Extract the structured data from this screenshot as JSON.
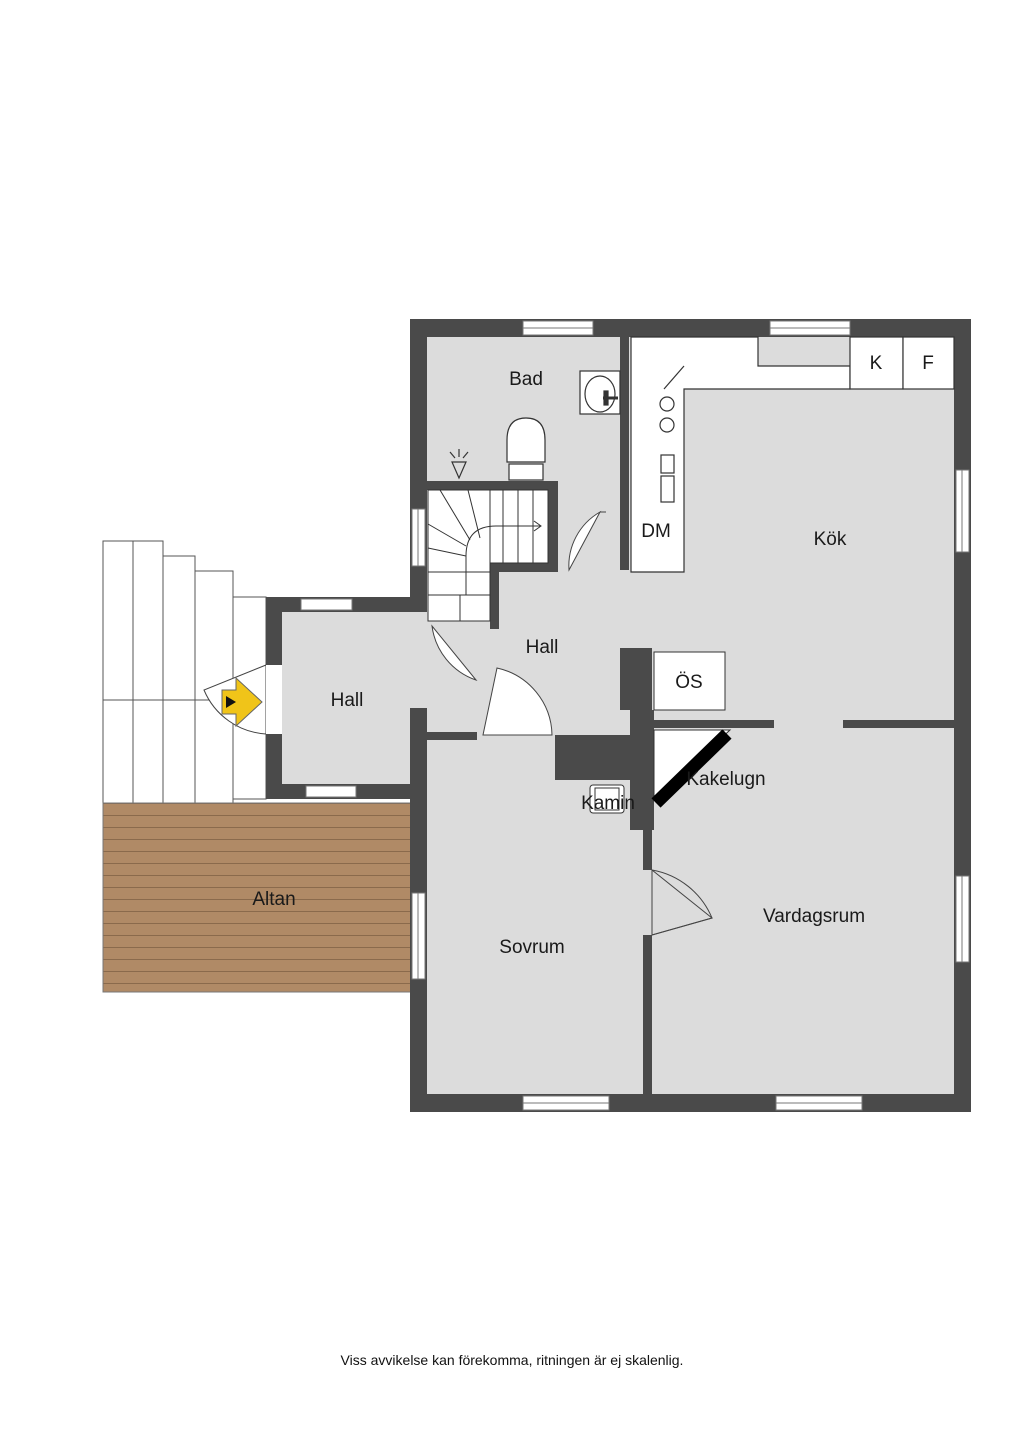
{
  "rooms": {
    "bad": "Bad",
    "kok": "Kök",
    "dm": "DM",
    "k": "K",
    "f": "F",
    "hall_center": "Hall",
    "hall_entry": "Hall",
    "os": "ÖS",
    "kakelugn": "Kakelugn",
    "kamin": "Kamin",
    "vardagsrum": "Vardagsrum",
    "sovrum": "Sovrum",
    "altan": "Altan"
  },
  "disclaimer": "Viss avvikelse kan förekomma, ritningen är ej skalenlig.",
  "colors": {
    "wall": "#4a4a4a",
    "floor": "#dcdcdc",
    "deck": "#b08a66",
    "deck_line": "#8a6a4c",
    "entrance_marker": "#f0c419"
  }
}
